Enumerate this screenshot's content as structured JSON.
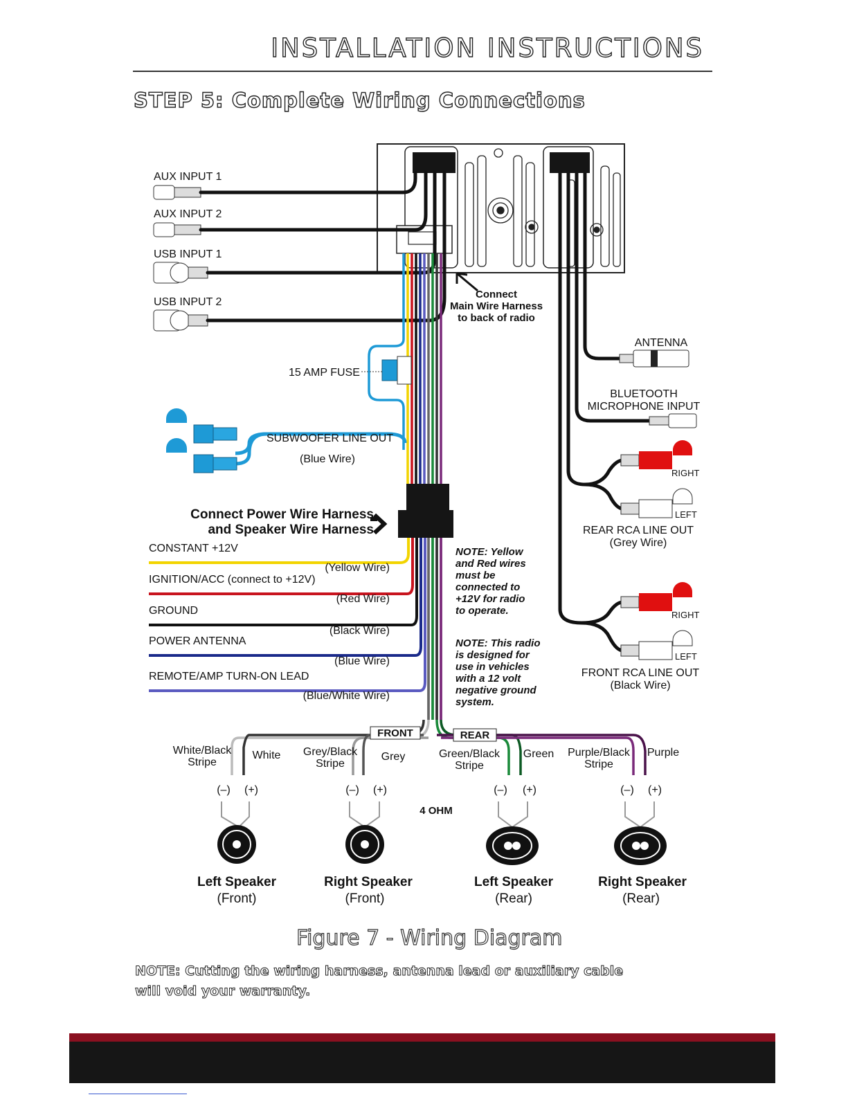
{
  "header": {
    "title": "INSTALLATION INSTRUCTIONS",
    "step": "STEP 5: Complete Wiring Connections"
  },
  "inputs": {
    "aux1": "AUX INPUT 1",
    "aux2": "AUX INPUT 2",
    "usb1": "USB INPUT 1",
    "usb2": "USB INPUT 2"
  },
  "connect_main": [
    "Connect",
    "Main Wire Harness",
    "to back of radio"
  ],
  "fuse": "15 AMP FUSE",
  "subwoofer": {
    "label": "SUBWOOFER LINE OUT",
    "wire": "(Blue Wire)"
  },
  "connect_power": [
    "Connect Power Wire Harness",
    "and Speaker Wire Harness"
  ],
  "power_wires": [
    {
      "label": "CONSTANT +12V",
      "wire": "(Yellow Wire)",
      "color": "#f2d400"
    },
    {
      "label": "IGNITION/ACC (connect to +12V)",
      "wire": "(Red Wire)",
      "color": "#c8141e"
    },
    {
      "label": "GROUND",
      "wire": "(Black Wire)",
      "color": "#111111"
    },
    {
      "label": "POWER ANTENNA",
      "wire": "(Blue Wire)",
      "color": "#1a2a8a"
    },
    {
      "label": "REMOTE/AMP TURN-ON LEAD",
      "wire": "(Blue/White Wire)",
      "color": "#5a5ac0"
    }
  ],
  "notes": {
    "yellow_red": [
      "NOTE: Yellow",
      "and Red wires",
      "must be",
      "connected to",
      "+12V for radio",
      "to operate."
    ],
    "ground": [
      "NOTE: This radio",
      "is designed for",
      "use in vehicles",
      "with a 12 volt",
      "negative ground",
      "system."
    ]
  },
  "right_side": {
    "antenna": "ANTENNA",
    "bluetooth": [
      "BLUETOOTH",
      "MICROPHONE INPUT"
    ],
    "rear_rca": [
      "REAR RCA LINE OUT",
      "(Grey Wire)"
    ],
    "front_rca": [
      "FRONT RCA LINE OUT",
      "(Black Wire)"
    ],
    "right": "RIGHT",
    "left": "LEFT"
  },
  "speaker_bus": {
    "front": "FRONT",
    "rear": "REAR",
    "impedance": "4 OHM",
    "neg": "(–)",
    "pos": "(+)"
  },
  "speaker_wires": [
    {
      "stripe": [
        "White/Black",
        "Stripe"
      ],
      "solid": "White",
      "color": "#ffffff"
    },
    {
      "stripe": [
        "Grey/Black",
        "Stripe"
      ],
      "solid": "Grey",
      "color": "#9a9a9a"
    },
    {
      "stripe": [
        "Green/Black",
        "Stripe"
      ],
      "solid": "Green",
      "color": "#1a8a3a"
    },
    {
      "stripe": [
        "Purple/Black",
        "Stripe"
      ],
      "solid": "Purple",
      "color": "#7a2a7a"
    }
  ],
  "speakers": [
    {
      "name": "Left Speaker",
      "pos": "(Front)"
    },
    {
      "name": "Right Speaker",
      "pos": "(Front)"
    },
    {
      "name": "Left Speaker",
      "pos": "(Rear)"
    },
    {
      "name": "Right Speaker",
      "pos": "(Rear)"
    }
  ],
  "figure": "Figure 7 - Wiring Diagram",
  "footer_note": [
    "NOTE: Cutting the wiring harness, antenna lead or auxiliary cable",
    "will void your warranty."
  ],
  "colors": {
    "rca_red": "#e01010",
    "blue_wire": "#1e9ad6",
    "accent_bar": "#8a1020"
  }
}
